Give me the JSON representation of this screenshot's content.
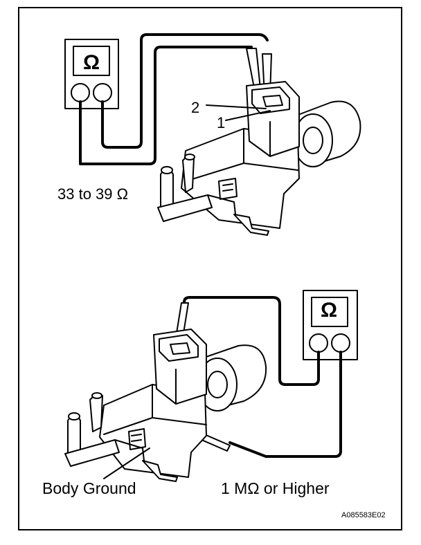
{
  "figure": {
    "ohmmeter_symbol": "Ω",
    "terminal_2": "2",
    "terminal_1": "1",
    "spec_terminals": "33 to 39  Ω",
    "body_ground_label": "Body Ground",
    "spec_ground": "1 MΩ  or Higher",
    "figure_code": "A085583E02"
  }
}
